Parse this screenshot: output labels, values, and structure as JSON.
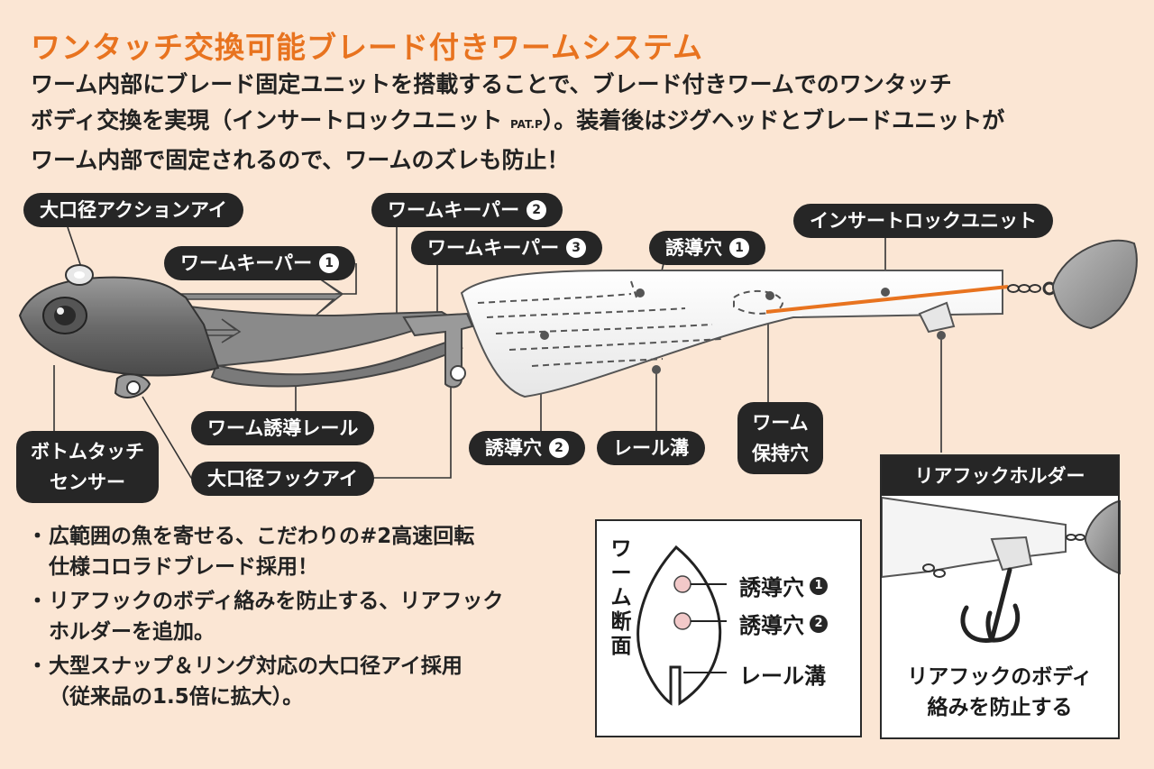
{
  "title": "ワンタッチ交換可能ブレード付きワームシステム",
  "intro": {
    "line1": "ワーム内部にブレード固定ユニットを搭載することで、ブレード付きワームでのワンタッチ",
    "line2a": "ボディ交換を実現（インサートロックユニット ",
    "line2_pat": "PAT.P",
    "line2b": "）。装着後はジグヘッドとブレードユニットが",
    "line3": "ワーム内部で固定されるので、ワームのズレも防止！"
  },
  "labels": {
    "large_eye": "大口径アクションアイ",
    "worm_keeper_1": "ワームキーパー",
    "worm_keeper_1_num": "1",
    "worm_keeper_2": "ワームキーパー",
    "worm_keeper_2_num": "2",
    "worm_keeper_3": "ワームキーパー",
    "worm_keeper_3_num": "3",
    "guide_hole_1": "誘導穴",
    "guide_hole_1_num": "1",
    "insert_lock_unit": "インサートロックユニット",
    "bottom_touch_sensor_l1": "ボトムタッチ",
    "bottom_touch_sensor_l2": "センサー",
    "worm_guide_rail": "ワーム誘導レール",
    "large_hook_eye": "大口径フックアイ",
    "guide_hole_2": "誘導穴",
    "guide_hole_2_num": "2",
    "rail_groove": "レール溝",
    "worm_hold_hole_l1": "ワーム",
    "worm_hold_hole_l2": "保持穴"
  },
  "bullets": [
    {
      "l1": "広範囲の魚を寄せる、こだわりの#2高速回転",
      "l2": "仕様コロラドブレード採用！"
    },
    {
      "l1": "リアフックのボディ絡みを防止する、リアフック",
      "l2": "ホルダーを追加。"
    },
    {
      "l1": "大型スナップ＆リング対応の大口径アイ採用",
      "l2": "（従来品の1.5倍に拡大）。"
    }
  ],
  "section": {
    "title": "ワーム断面",
    "hole1": "誘導穴",
    "hole1_num": "1",
    "hole2": "誘導穴",
    "hole2_num": "2",
    "groove": "レール溝"
  },
  "rear": {
    "title": "リアフックホルダー",
    "caption_l1": "リアフックのボディ",
    "caption_l2": "絡みを防止する"
  },
  "colors": {
    "background": "#fbe6d4",
    "title": "#e8731f",
    "label_bg": "#262626",
    "accent_line": "#e8731f"
  }
}
